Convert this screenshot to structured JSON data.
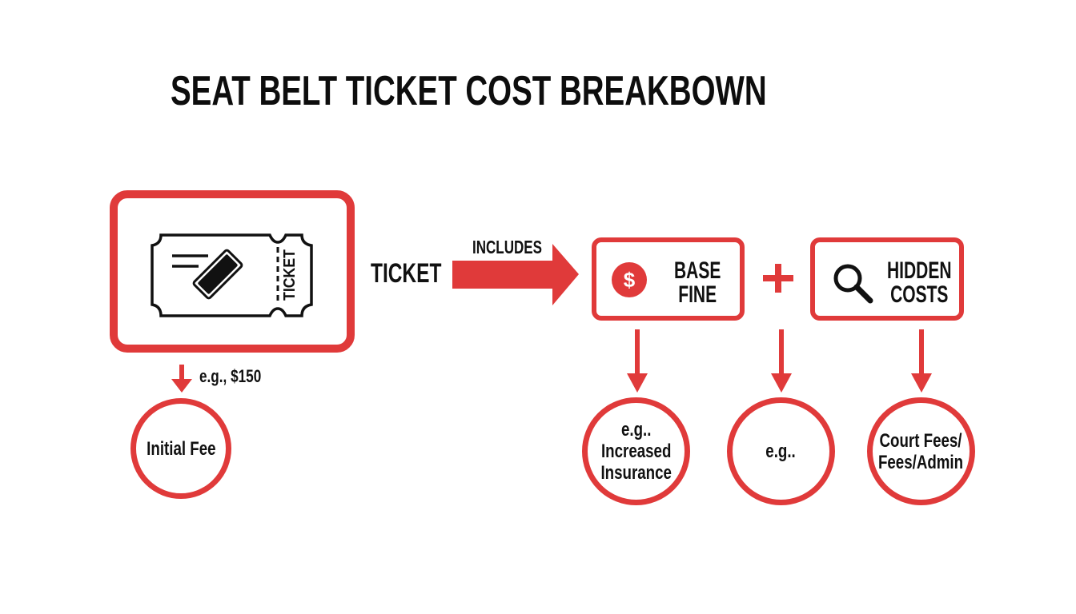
{
  "title": "SEAT BELT TICKET COST BREAKBOWN",
  "colors": {
    "accent": "#E03A3A",
    "text": "#111111",
    "background": "#FFFFFF"
  },
  "ticket_card": {
    "icon": "ticket-icon",
    "stub_text": "TICKET",
    "label": "TICKET"
  },
  "flow_arrow": {
    "label": "INCLUDES",
    "icon": "arrow-right-icon"
  },
  "components": [
    {
      "id": "base-fine",
      "icon": "dollar-coin-icon",
      "line1": "BASE",
      "line2": "FINE"
    },
    {
      "id": "hidden-costs",
      "icon": "magnifier-icon",
      "line1": "HIDDEN",
      "line2": "COSTS"
    }
  ],
  "operator": "+",
  "initial": {
    "arrow_label": "e.g., $150",
    "circle_text": "Initial Fee"
  },
  "outcomes": [
    {
      "text": "e.g..\nIncreased\nInsurance"
    },
    {
      "text": "e.g.."
    },
    {
      "text": "Court Fees/\nFees/Admin"
    }
  ]
}
